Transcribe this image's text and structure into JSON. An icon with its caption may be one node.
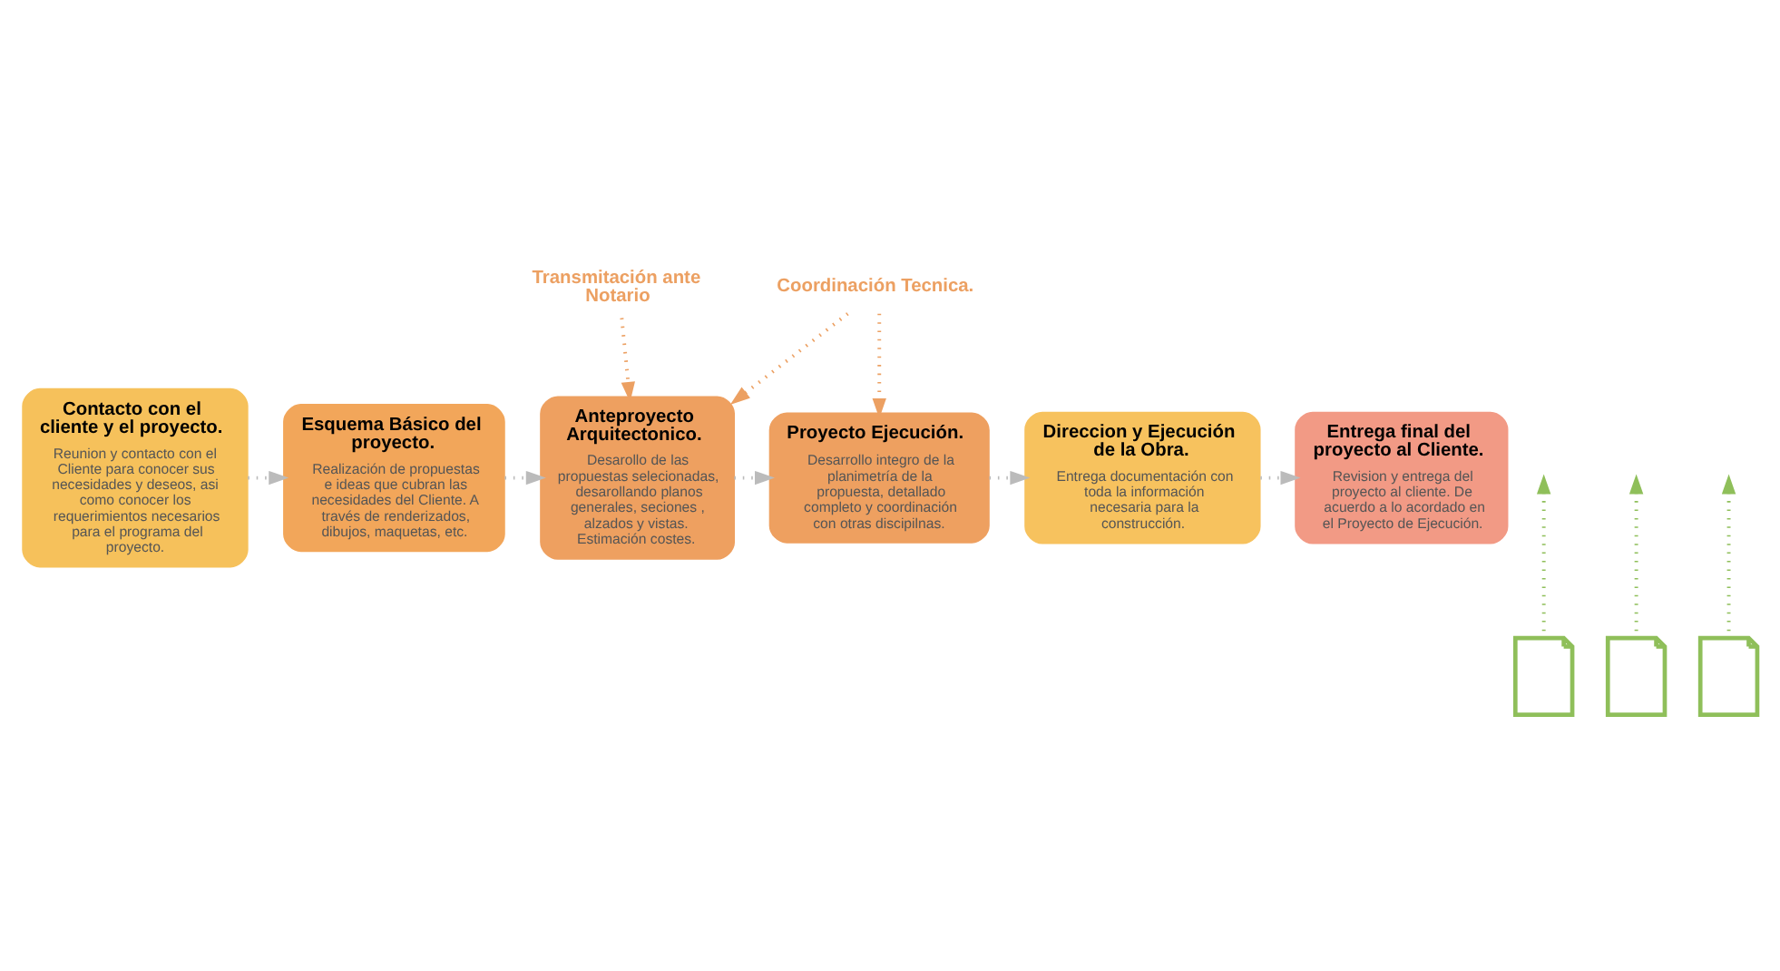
{
  "diagram": {
    "nodes": [
      {
        "text": [
          "Contacto con el cliente y el proyecto.",
          "Reunion y contacto con el Cliente para conocer sus necesidades y deseos, asi como conocer los requerimientos necesarios para el programa del proyecto."
        ]
      },
      {
        "text": [
          "Esquema Básico del proyecto.",
          "Realización de propuestas e ideas que cubran las necesidades del Cliente. A través de renderizados, dibujos, maquetas, etc."
        ]
      },
      {
        "text": [
          "Anteproyecto Arquitectonico.",
          "Desarollo de las propuestas selecionadas, desarollando planos generales, seciones , alzados y vistas. Estimación costes."
        ]
      },
      {
        "text": [
          "Proyecto Ejecución.",
          "Desarrollo integro de la planimetría de la propuesta, detallado completo y coordinación con otras discipilnas."
        ]
      },
      {
        "text": [
          "Direccion y Ejecución de la Obra.",
          "Entrega documentación con toda la información necesaria para la construcción."
        ]
      },
      {
        "text": [
          "Entrega final del proyecto al Cliente.",
          "Revision y entrega del proyecto al cliente. De acuerdo a lo acordado en el Proyecto de Ejecución."
        ]
      },
      {
        "text": [
          "Transmitación ante Notario"
        ]
      },
      {
        "text": [
          "Coordinación Tecnica."
        ]
      },
      {
        "text": [],
        "shape": "picture"
      },
      {
        "text": [],
        "shape": "picture"
      },
      {
        "text": [],
        "shape": "picture"
      }
    ],
    "edges": [
      {
        "from": 0,
        "to": 1,
        "arrow": "to"
      },
      {
        "from": 1,
        "to": 2,
        "arrow": "to"
      },
      {
        "from": 2,
        "to": 3,
        "arrow": "to"
      },
      {
        "from": 3,
        "to": 4,
        "arrow": "to"
      },
      {
        "from": 4,
        "to": 5,
        "arrow": "to"
      },
      {
        "from": 6,
        "to": 2,
        "arrow": "to",
        "color": "#eca062"
      },
      {
        "from": 7,
        "to": 2,
        "arrow": "to",
        "color": "#eca062"
      },
      {
        "from": 7,
        "to": 3,
        "arrow": "to",
        "color": "#eca062"
      },
      {
        "from": 8,
        "to": null,
        "arrow": "to",
        "color": "#8fbf5a"
      },
      {
        "from": 9,
        "to": null,
        "arrow": "to",
        "color": "#8fbf5a"
      },
      {
        "from": 10,
        "to": null,
        "arrow": "to",
        "color": "#8fbf5a"
      }
    ]
  }
}
